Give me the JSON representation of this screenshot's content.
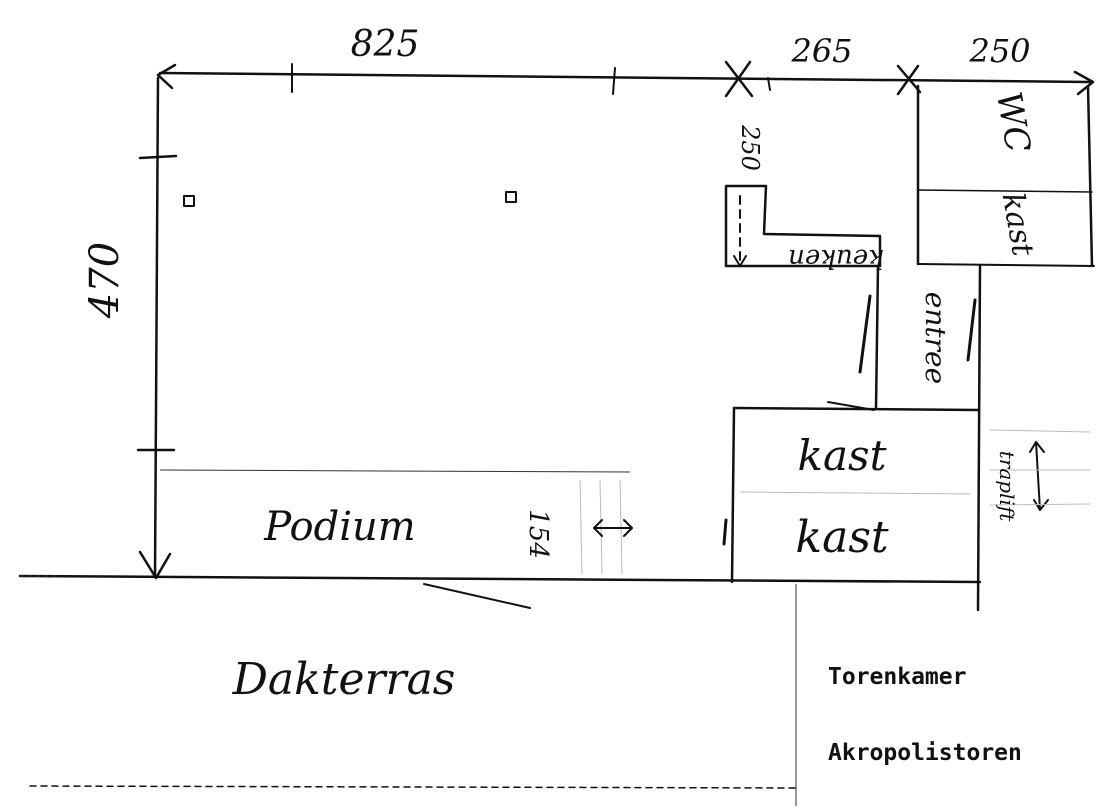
{
  "dimensions": {
    "top_main": "825",
    "top_mid": "265",
    "top_right": "250",
    "left_height": "470",
    "kitchen_depth": "250",
    "podium_depth": "154"
  },
  "rooms": {
    "wc": "WC",
    "kast_wc": "kast",
    "keuken": "keuken",
    "entree": "entree",
    "kast_top": "kast",
    "kast_bottom": "kast",
    "traplift": "traplift",
    "podium": "Podium",
    "dakterras": "Dakterras"
  },
  "caption": {
    "line1": "Torenkamer",
    "line2": "Akropolistoren"
  },
  "colors": {
    "ink": "#111111",
    "paper": "#ffffff"
  }
}
